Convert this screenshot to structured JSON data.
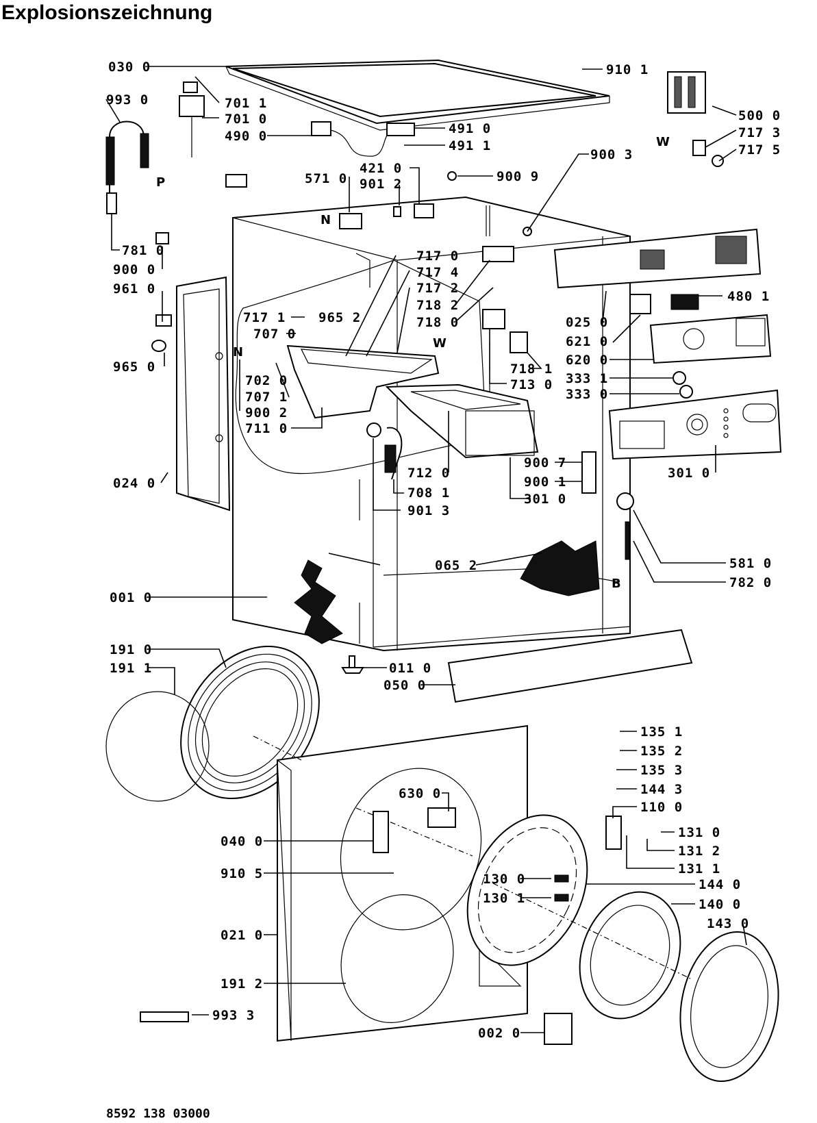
{
  "title": "Explosionszeichnung",
  "footer_code": "8592 138 03000",
  "labels": {
    "p030_0": "030 0",
    "p910_1": "910 1",
    "p701_1": "701 1",
    "p701_0": "701 0",
    "p993_0": "993 0",
    "p490_0": "490 0",
    "p491_0": "491 0",
    "p491_1": "491 1",
    "p500_0": "500 0",
    "p717_3": "717 3",
    "p717_5": "717 5",
    "p900_3": "900 3",
    "p421_0": "421 0",
    "p571_0": "571 0",
    "p901_2": "901 2",
    "p900_9": "900 9",
    "p781_0": "781 0",
    "p900_0": "900 0",
    "p961_0": "961 0",
    "p965_0": "965 0",
    "p717_0": "717 0",
    "p717_4": "717 4",
    "p717_2": "717 2",
    "p718_2": "718 2",
    "p718_0": "718 0",
    "p717_1": "717 1",
    "p965_2": "965 2",
    "p707_0": "707 0",
    "p702_0": "702 0",
    "p707_1": "707 1",
    "p900_2": "900 2",
    "p711_0": "711 0",
    "p718_1": "718 1",
    "p713_0": "713 0",
    "p480_1": "480 1",
    "p025_0": "025 0",
    "p621_0": "621 0",
    "p620_0": "620 0",
    "p333_1": "333 1",
    "p333_0": "333 0",
    "p301_0a": "301 0",
    "p024_0": "024 0",
    "p712_0": "712 0",
    "p708_1": "708 1",
    "p901_3": "901 3",
    "p900_7": "900 7",
    "p900_1": "900 1",
    "p301_0b": "301 0",
    "p581_0": "581 0",
    "p782_0": "782 0",
    "p065_2": "065 2",
    "p001_0": "001 0",
    "p191_0": "191 0",
    "p191_1": "191 1",
    "p011_0": "011 0",
    "p050_0": "050 0",
    "p135_1": "135 1",
    "p135_2": "135 2",
    "p135_3": "135 3",
    "p144_3": "144 3",
    "p110_0": "110 0",
    "p630_0": "630 0",
    "p040_0": "040 0",
    "p131_0": "131 0",
    "p131_2": "131 2",
    "p131_1": "131 1",
    "p910_5": "910 5",
    "p130_0": "130 0",
    "p144_0": "144 0",
    "p130_1": "130 1",
    "p140_0": "140 0",
    "p143_0": "143 0",
    "p021_0": "021 0",
    "p191_2": "191 2",
    "p993_3": "993 3",
    "p002_0": "002 0"
  },
  "letters": {
    "P": "P",
    "W1": "W",
    "W2": "W",
    "N1": "N",
    "N2": "N",
    "B": "B"
  }
}
